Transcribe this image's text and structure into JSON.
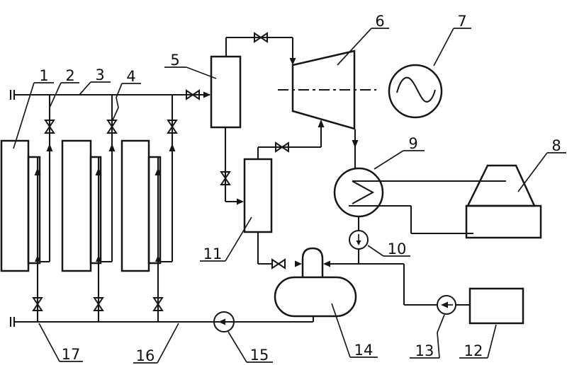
{
  "figure": {
    "type": "process-flow-schematic",
    "description_labels_visible_only": true,
    "colors": {
      "line": "#161616",
      "background": "#ffffff",
      "text": "#101010"
    },
    "labels": {
      "1": "1",
      "2": "2",
      "3": "3",
      "4": "4",
      "5": "5",
      "6": "6",
      "7": "7",
      "8": "8",
      "9": "9",
      "10": "10",
      "11": "11",
      "12": "12",
      "13": "13",
      "14": "14",
      "15": "15",
      "16": "16",
      "17": "17"
    }
  }
}
